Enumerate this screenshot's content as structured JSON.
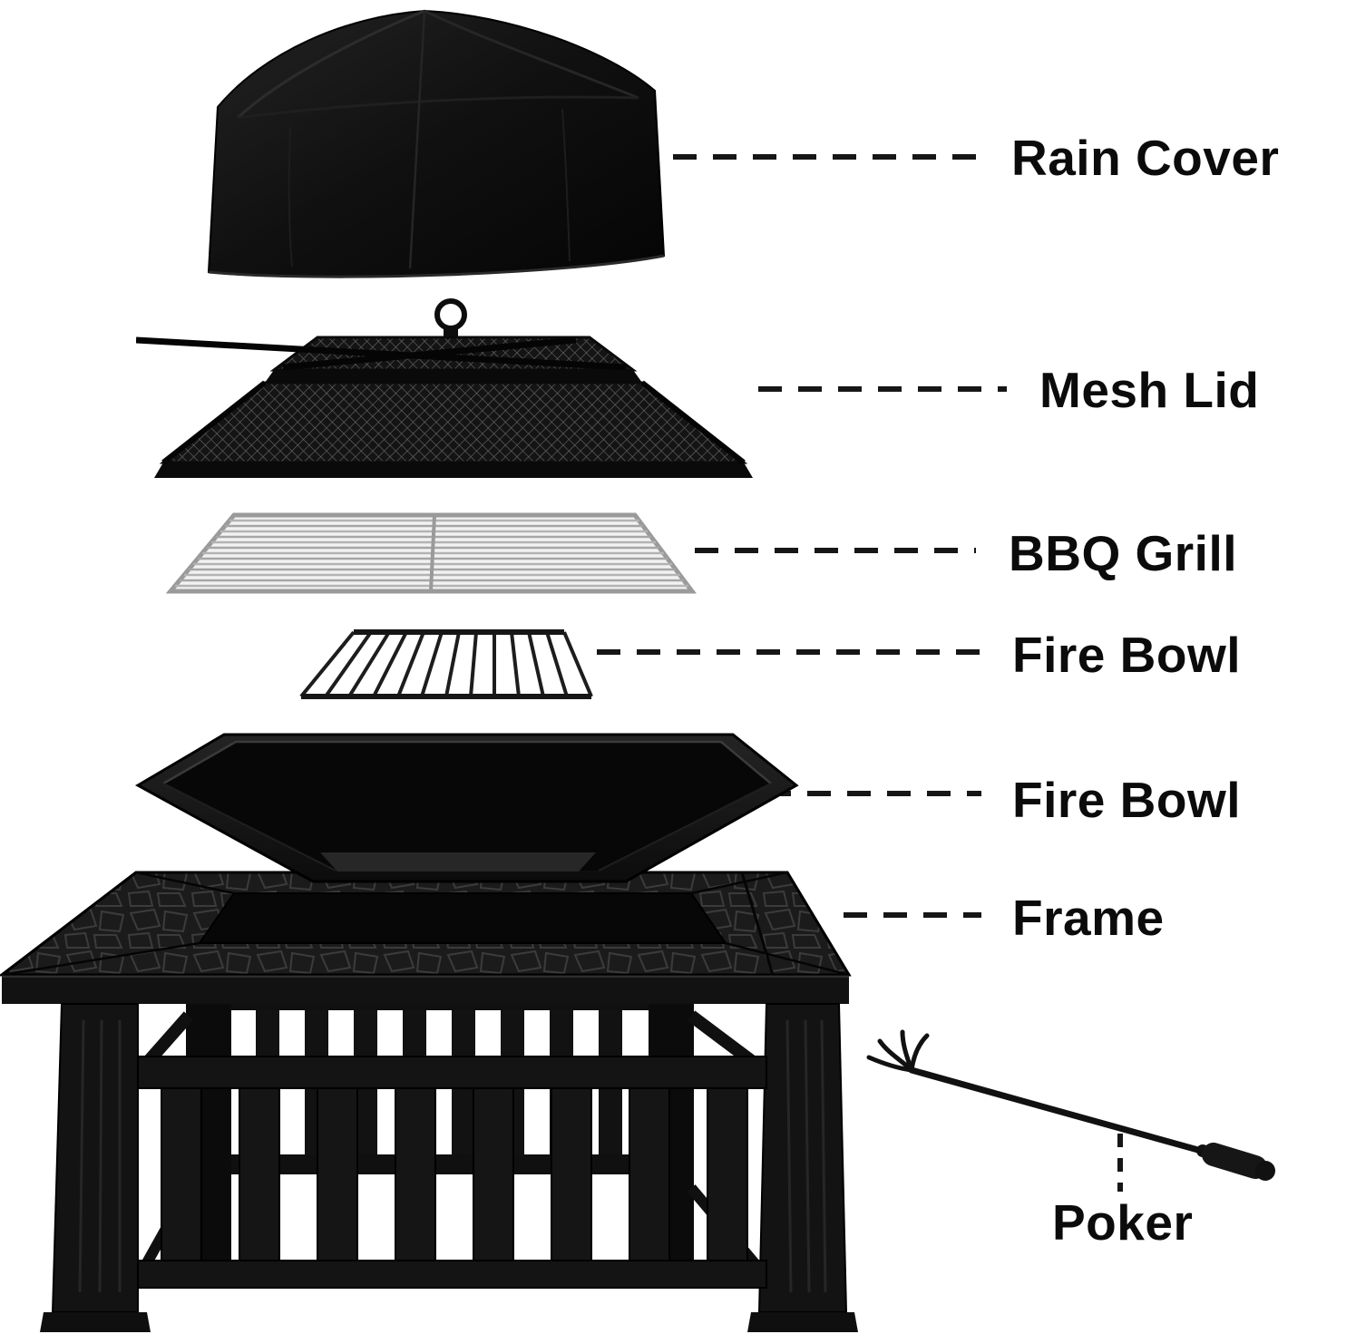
{
  "diagram": {
    "parts": [
      {
        "id": "rain-cover",
        "label": "Rain Cover"
      },
      {
        "id": "mesh-lid",
        "label": "Mesh Lid"
      },
      {
        "id": "bbq-grill",
        "label": "BBQ Grill"
      },
      {
        "id": "fire-bowl-grate",
        "label": "Fire Bowl"
      },
      {
        "id": "fire-bowl",
        "label": "Fire Bowl"
      },
      {
        "id": "frame",
        "label": "Frame"
      },
      {
        "id": "poker",
        "label": "Poker"
      }
    ]
  },
  "colors": {
    "background": "#ffffff",
    "label_text": "#0b0b0b",
    "leader_line": "#161616",
    "part_black": "#141414",
    "grill_silver": "#b3b3b3"
  }
}
